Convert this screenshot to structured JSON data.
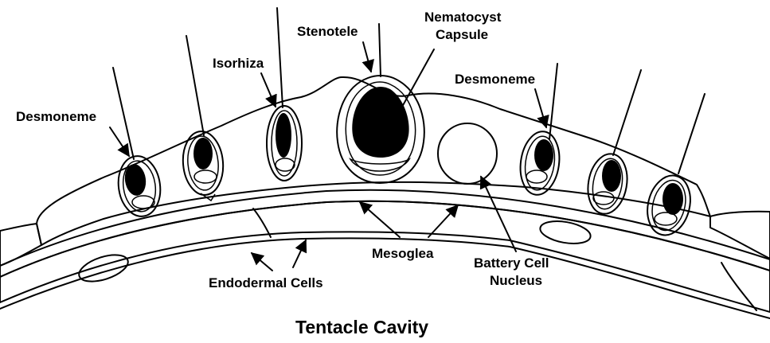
{
  "labels": {
    "nematocyst_capsule_line1": "Nematocyst",
    "nematocyst_capsule_line2": "Capsule",
    "stenotele": "Stenotele",
    "isorhiza": "Isorhiza",
    "desmoneme_left": "Desmoneme",
    "desmoneme_right": "Desmoneme",
    "mesoglea": "Mesoglea",
    "battery_cell_nucleus_line1": "Battery Cell",
    "battery_cell_nucleus_line2": "Nucleus",
    "endodermal_cells": "Endodermal Cells",
    "tentacle_cavity": "Tentacle Cavity"
  },
  "colors": {
    "ink": "#000000",
    "background": "#ffffff",
    "stipple": "#000000"
  }
}
